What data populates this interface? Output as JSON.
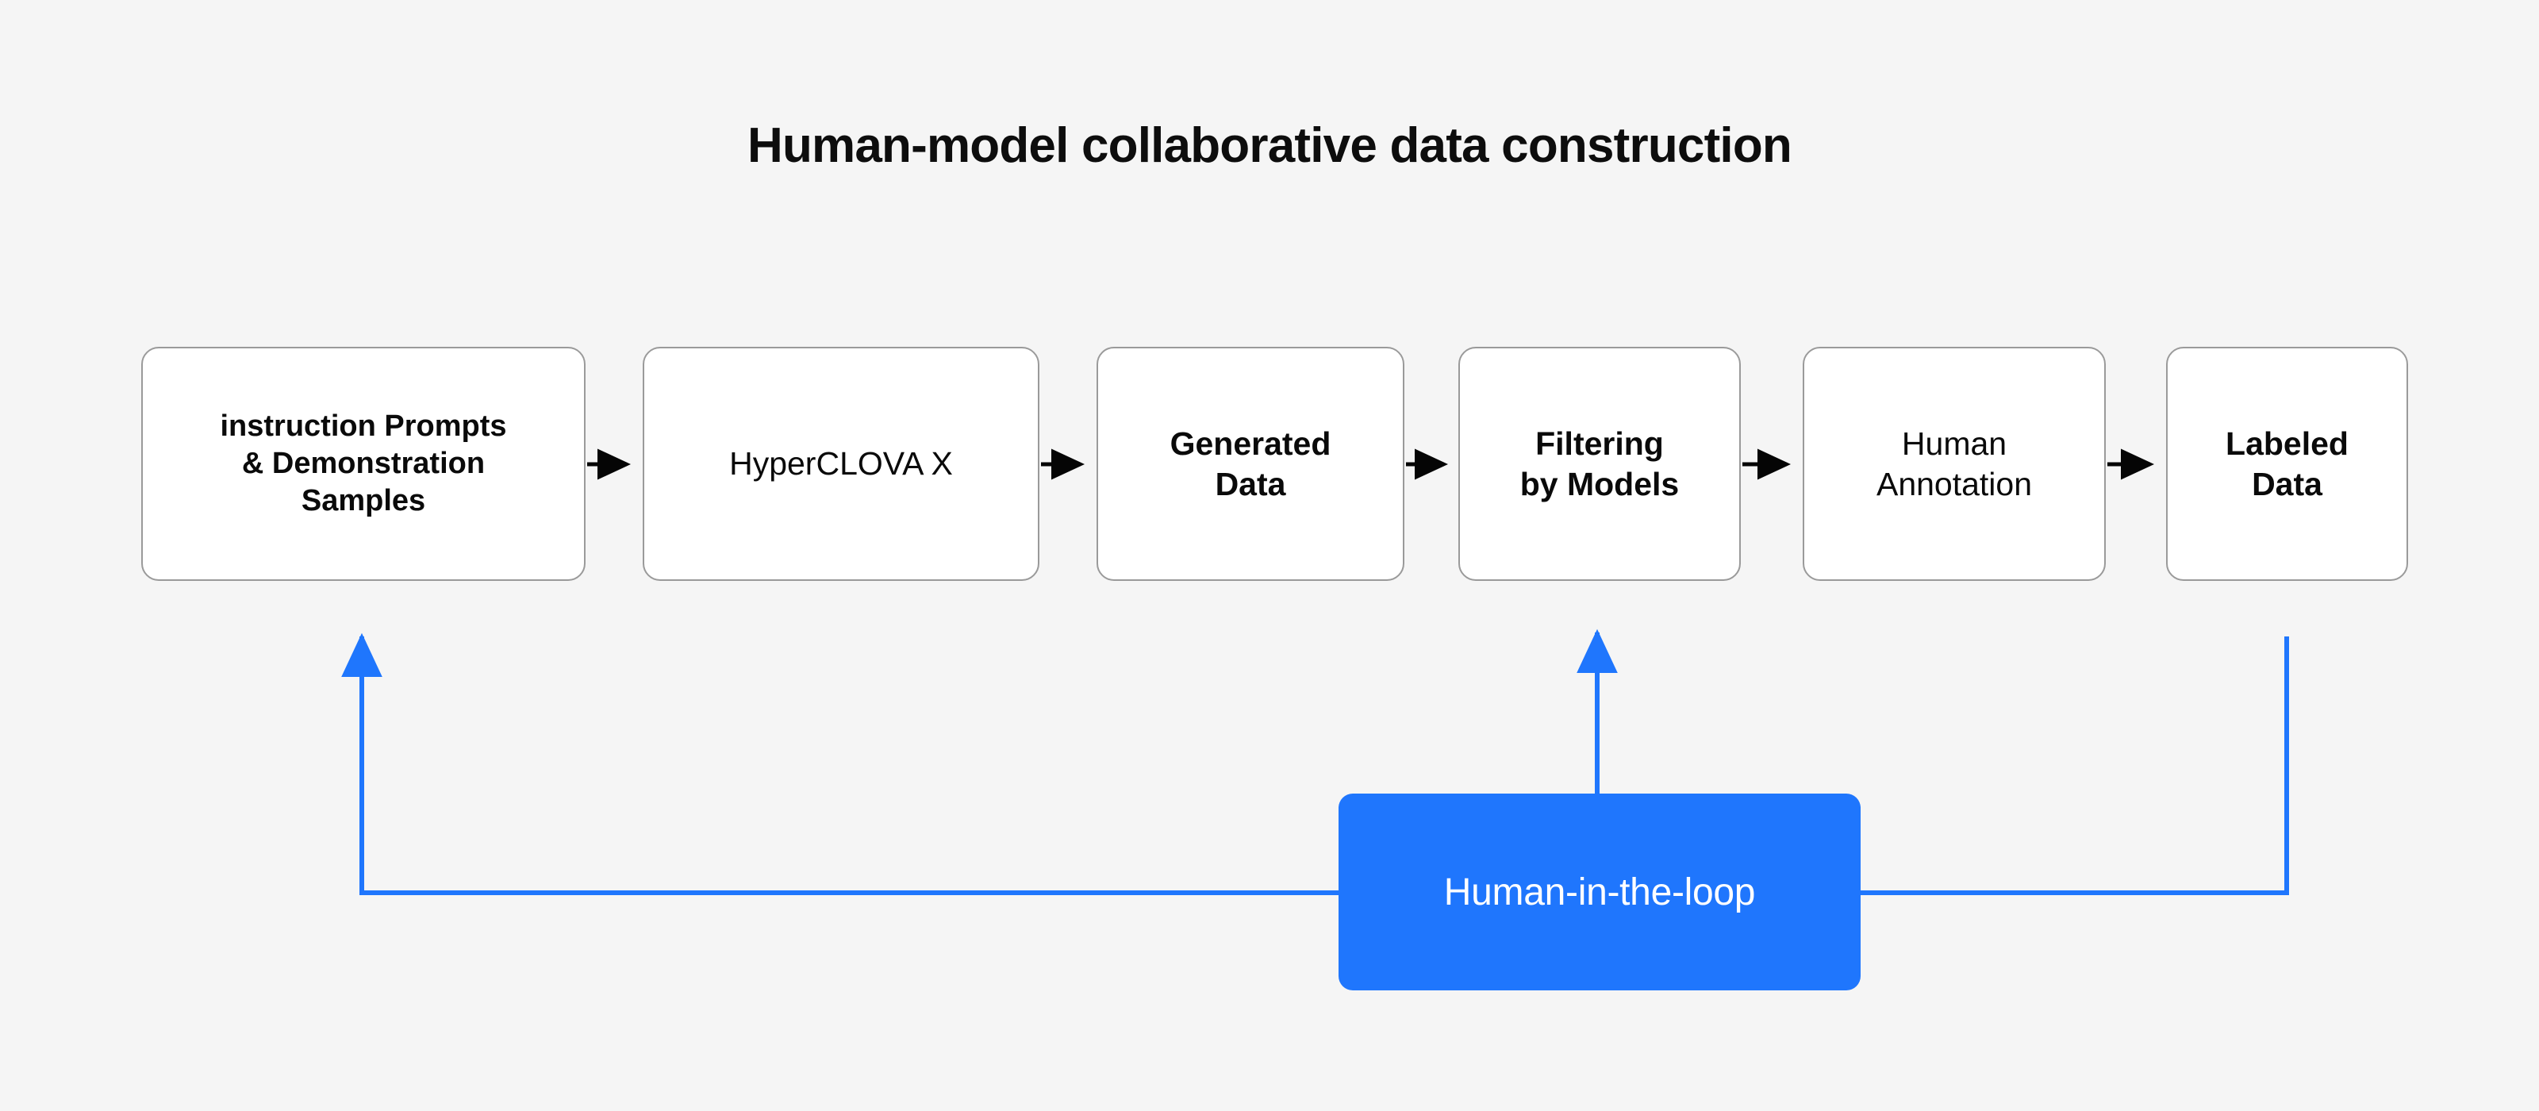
{
  "page": {
    "background_color": "#f5f5f5",
    "title": "Human-model collaborative data construction"
  },
  "colors": {
    "accent_blue": "#1f76fd",
    "box_border": "#9a9a9a",
    "box_fill": "#ffffff",
    "flow_arrow": "#050505",
    "text": "#0a0a0a",
    "highlight_text": "#ffffff"
  },
  "pipeline": {
    "boxes": [
      {
        "id": "instruction-prompts",
        "label": "instruction Prompts\n& Demonstration\nSamples",
        "weight": "bold"
      },
      {
        "id": "hyperclova-x",
        "label": "HyperCLOVA X",
        "weight": "regular"
      },
      {
        "id": "generated-data",
        "label": "Generated\nData",
        "weight": "bold"
      },
      {
        "id": "filtering-by-models",
        "label": "Filtering\nby Models",
        "weight": "bold"
      },
      {
        "id": "human-annotation",
        "label": "Human\nAnnotation",
        "weight": "medium"
      },
      {
        "id": "labeled-data",
        "label": "Labeled\nData",
        "weight": "bold"
      }
    ],
    "flow_arrow_count": 5
  },
  "highlight": {
    "id": "human-in-the-loop",
    "label": "Human-in-the-loop",
    "fill": "#1f76fd"
  },
  "feedback_edges": [
    {
      "id": "loop-to-instruction-prompts",
      "from": "human-in-the-loop",
      "to": "instruction-prompts",
      "color": "#1f76fd",
      "arrowhead": "up"
    },
    {
      "id": "loop-to-filtering-by-models",
      "from": "human-in-the-loop",
      "to": "filtering-by-models",
      "color": "#1f76fd",
      "arrowhead": "up"
    },
    {
      "id": "labeled-data-to-loop",
      "from": "labeled-data",
      "to": "human-in-the-loop",
      "color": "#1f76fd",
      "arrowhead": "none"
    }
  ],
  "icons": {
    "flow_arrow": "arrow-right-icon",
    "feedback_arrow": "arrow-up-icon"
  }
}
